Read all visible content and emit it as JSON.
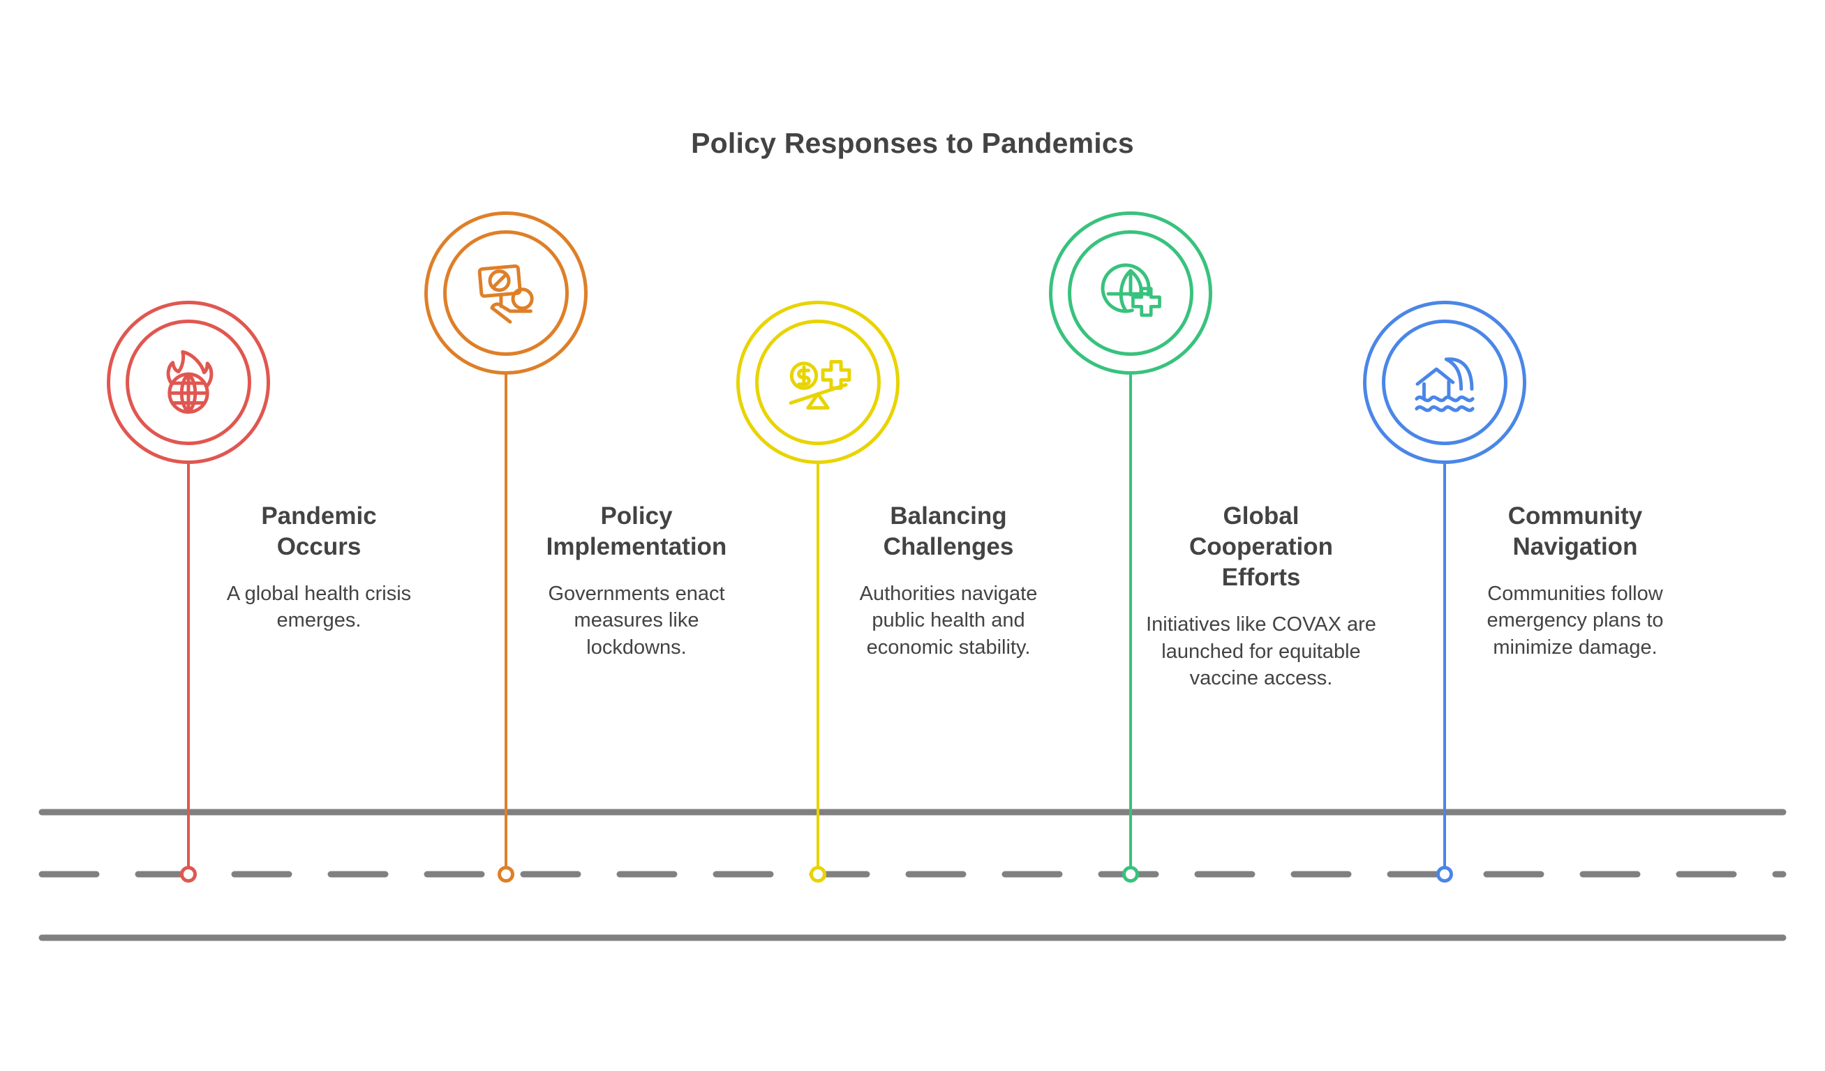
{
  "title": "Policy Responses to Pandemics",
  "colors": {
    "red": "#E05750",
    "orange": "#DE7F28",
    "yellow": "#E8D400",
    "green": "#38C27D",
    "blue": "#4A86E8",
    "text": "#434343",
    "road": "#808080",
    "background": "#FFFFFF"
  },
  "road": {
    "top_line": "solid",
    "middle_line": "dashed",
    "bottom_line": "solid"
  },
  "steps": [
    {
      "title": "Pandemic Occurs",
      "title_lines": [
        "Pandemic",
        "Occurs"
      ],
      "description": "A global health crisis emerges.",
      "icon": "burning-globe-icon",
      "color": "#E05750",
      "position": "low"
    },
    {
      "title": "Policy Implementation",
      "title_lines": [
        "Policy",
        "Implementation"
      ],
      "description": "Governments enact measures like lockdowns.",
      "icon": "lockdown-sign-icon",
      "color": "#DE7F28",
      "position": "high"
    },
    {
      "title": "Balancing Challenges",
      "title_lines": [
        "Balancing",
        "Challenges"
      ],
      "description": "Authorities navigate public health and economic stability.",
      "icon": "money-health-seesaw-icon",
      "color": "#E8D400",
      "position": "low"
    },
    {
      "title": "Global Cooperation Efforts",
      "title_lines": [
        "Global",
        "Cooperation",
        "Efforts"
      ],
      "description": "Initiatives like COVAX are launched for equitable vaccine access.",
      "icon": "globe-medical-cross-icon",
      "color": "#38C27D",
      "position": "high"
    },
    {
      "title": "Community Navigation",
      "title_lines": [
        "Community",
        "Navigation"
      ],
      "description": "Communities follow emergency plans to minimize damage.",
      "icon": "flooded-house-wave-icon",
      "color": "#4A86E8",
      "position": "low"
    }
  ]
}
